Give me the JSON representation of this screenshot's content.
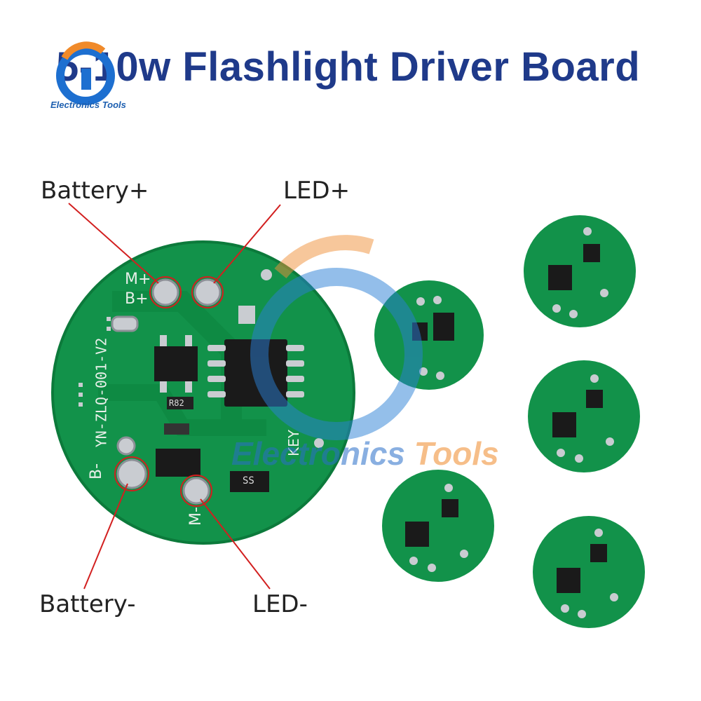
{
  "header": {
    "title": "5-10w Flashlight Driver Board"
  },
  "logo": {
    "text": "Electronics Tools"
  },
  "watermark": {
    "part1": "Electronics",
    "part2": "Tools"
  },
  "callouts": {
    "battery_plus": "Battery+",
    "led_plus": "LED+",
    "battery_minus": "Battery-",
    "led_minus": "LED-"
  },
  "board": {
    "model": "YN-ZLQ-001-V2",
    "pad_labels": [
      "M+",
      "B+",
      "B-",
      "M-",
      "KEY"
    ],
    "resistor_code": "R82",
    "diode_code": "SS"
  },
  "colors": {
    "pcb": "#12924a",
    "pcb_dark": "#0c7a3b",
    "title": "#1f3a8a",
    "callout_line": "#d21f1f"
  }
}
